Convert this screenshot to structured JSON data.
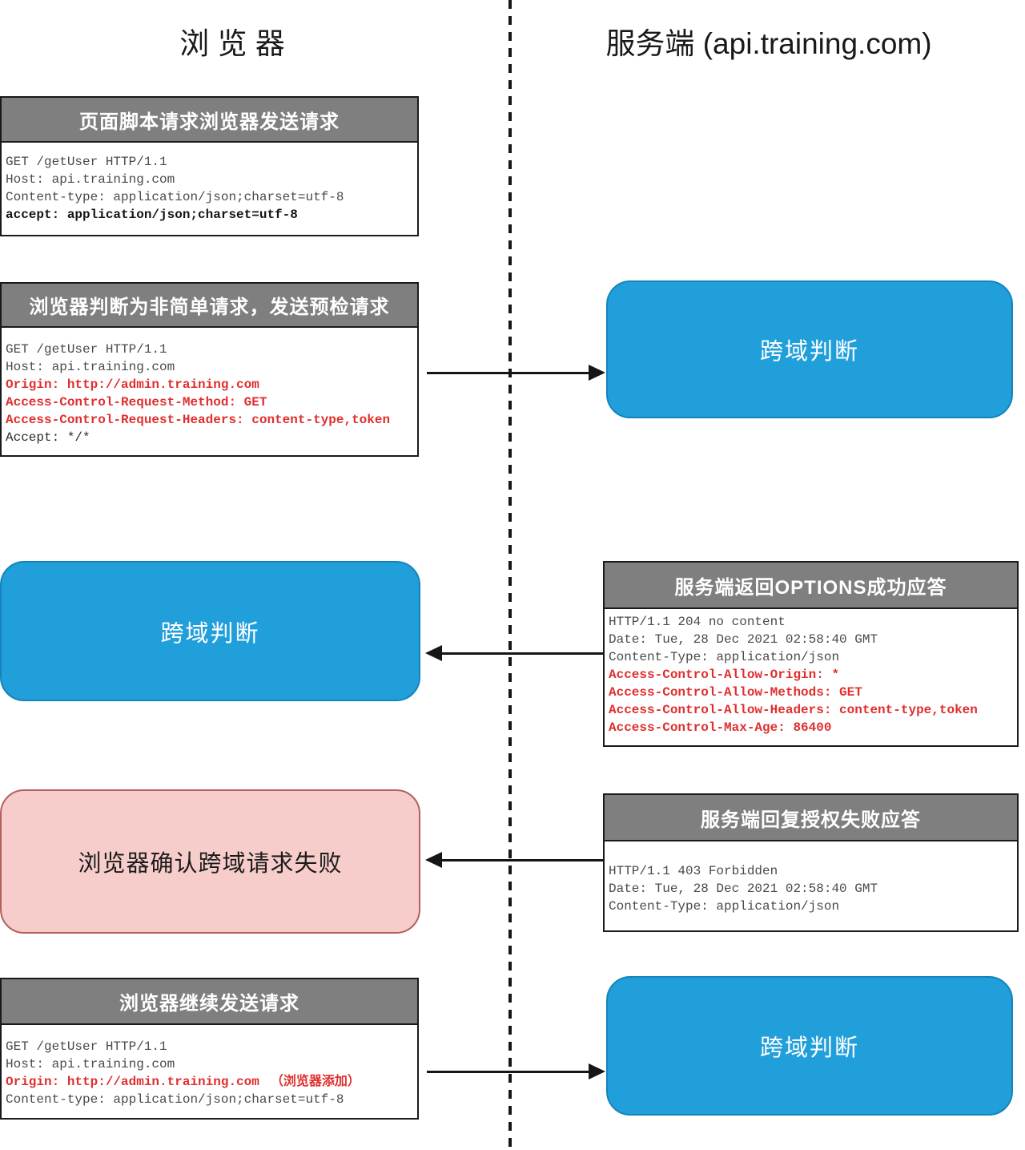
{
  "titles": {
    "browser": "浏 览 器",
    "server": "服务端 (api.training.com)"
  },
  "labels": {
    "cross_domain_check": "跨域判断",
    "browser_confirm_fail": "浏览器确认跨域请求失败"
  },
  "boxes": {
    "page_script_request": {
      "title": "页面脚本请求浏览器发送请求",
      "lines": [
        "GET /getUser HTTP/1.1",
        "Host: api.training.com",
        "Content-type: application/json;charset=utf-8",
        "accept: application/json;charset=utf-8"
      ]
    },
    "preflight_request": {
      "title": "浏览器判断为非简单请求，发送预检请求",
      "lines": [
        "GET /getUser HTTP/1.1",
        "Host: api.training.com",
        "Origin: http://admin.training.com",
        "Access-Control-Request-Method: GET",
        "Access-Control-Request-Headers: content-type,token",
        "Accept: */*"
      ]
    },
    "options_response": {
      "title": "服务端返回OPTIONS成功应答",
      "lines": [
        "HTTP/1.1 204 no content",
        "Date: Tue, 28 Dec 2021 02:58:40 GMT",
        "Content-Type: application/json",
        "Access-Control-Allow-Origin: *",
        "Access-Control-Allow-Methods: GET",
        "Access-Control-Allow-Headers: content-type,token",
        "Access-Control-Max-Age: 86400"
      ]
    },
    "forbidden_response": {
      "title": "服务端回复授权失败应答",
      "lines": [
        "HTTP/1.1 403 Forbidden",
        "Date: Tue, 28 Dec 2021 02:58:40 GMT",
        "Content-Type: application/json"
      ]
    },
    "continue_request": {
      "title": "浏览器继续发送请求",
      "lines": [
        "GET /getUser HTTP/1.1",
        "Host: api.training.com",
        "Origin: http://admin.training.com",
        "Content-type: application/json;charset=utf-8"
      ],
      "origin_note": "（浏览器添加）"
    }
  },
  "colors": {
    "blue": "#209FDB",
    "blue_border": "#1484BB",
    "gray_header": "#7F7F7F",
    "pink": "#F7CDCB",
    "pink_border": "#B3605C",
    "red": "#E02E2E",
    "body_text": "#4A4A4A"
  }
}
